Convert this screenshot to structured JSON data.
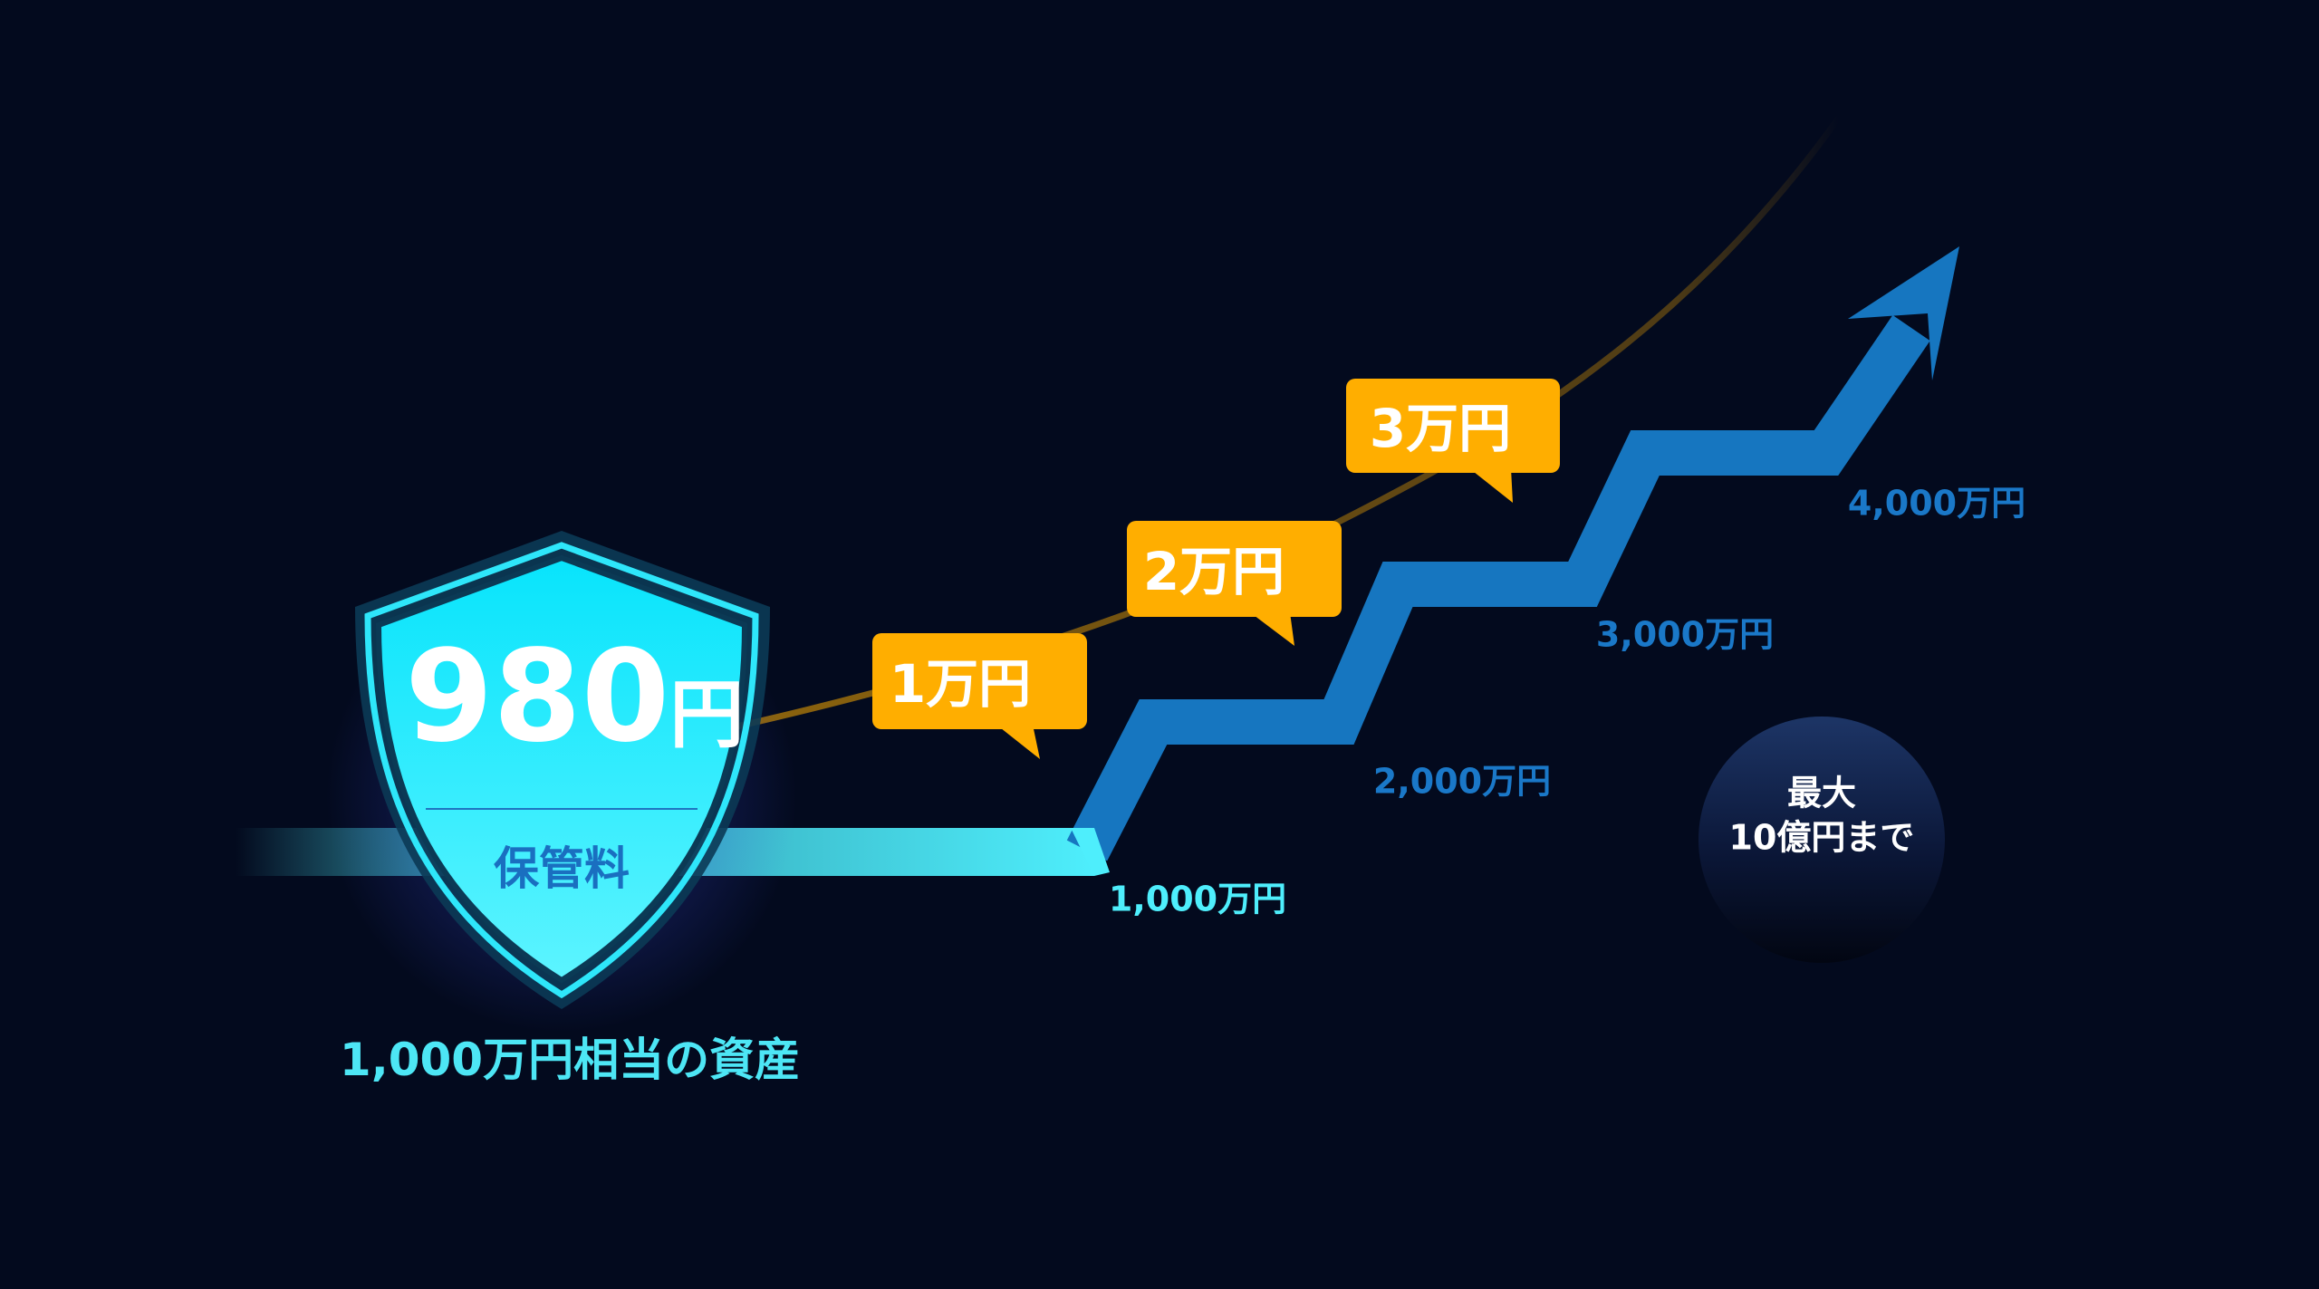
{
  "fee": {
    "amount": "980",
    "unit": "円",
    "label": "保管料"
  },
  "asset_caption": "1,000万円相当の資産",
  "levels": [
    "1,000万円",
    "2,000万円",
    "3,000万円",
    "4,000万円"
  ],
  "fees_by_level": [
    "1万円",
    "2万円",
    "3万円"
  ],
  "max_badge": {
    "line1": "最大",
    "line2": "10億円まで"
  },
  "colors": {
    "background": "#030a1e",
    "cyan": "#4eeefc",
    "blue": "#1676c0",
    "orange": "#ffae00",
    "white": "#ffffff"
  }
}
